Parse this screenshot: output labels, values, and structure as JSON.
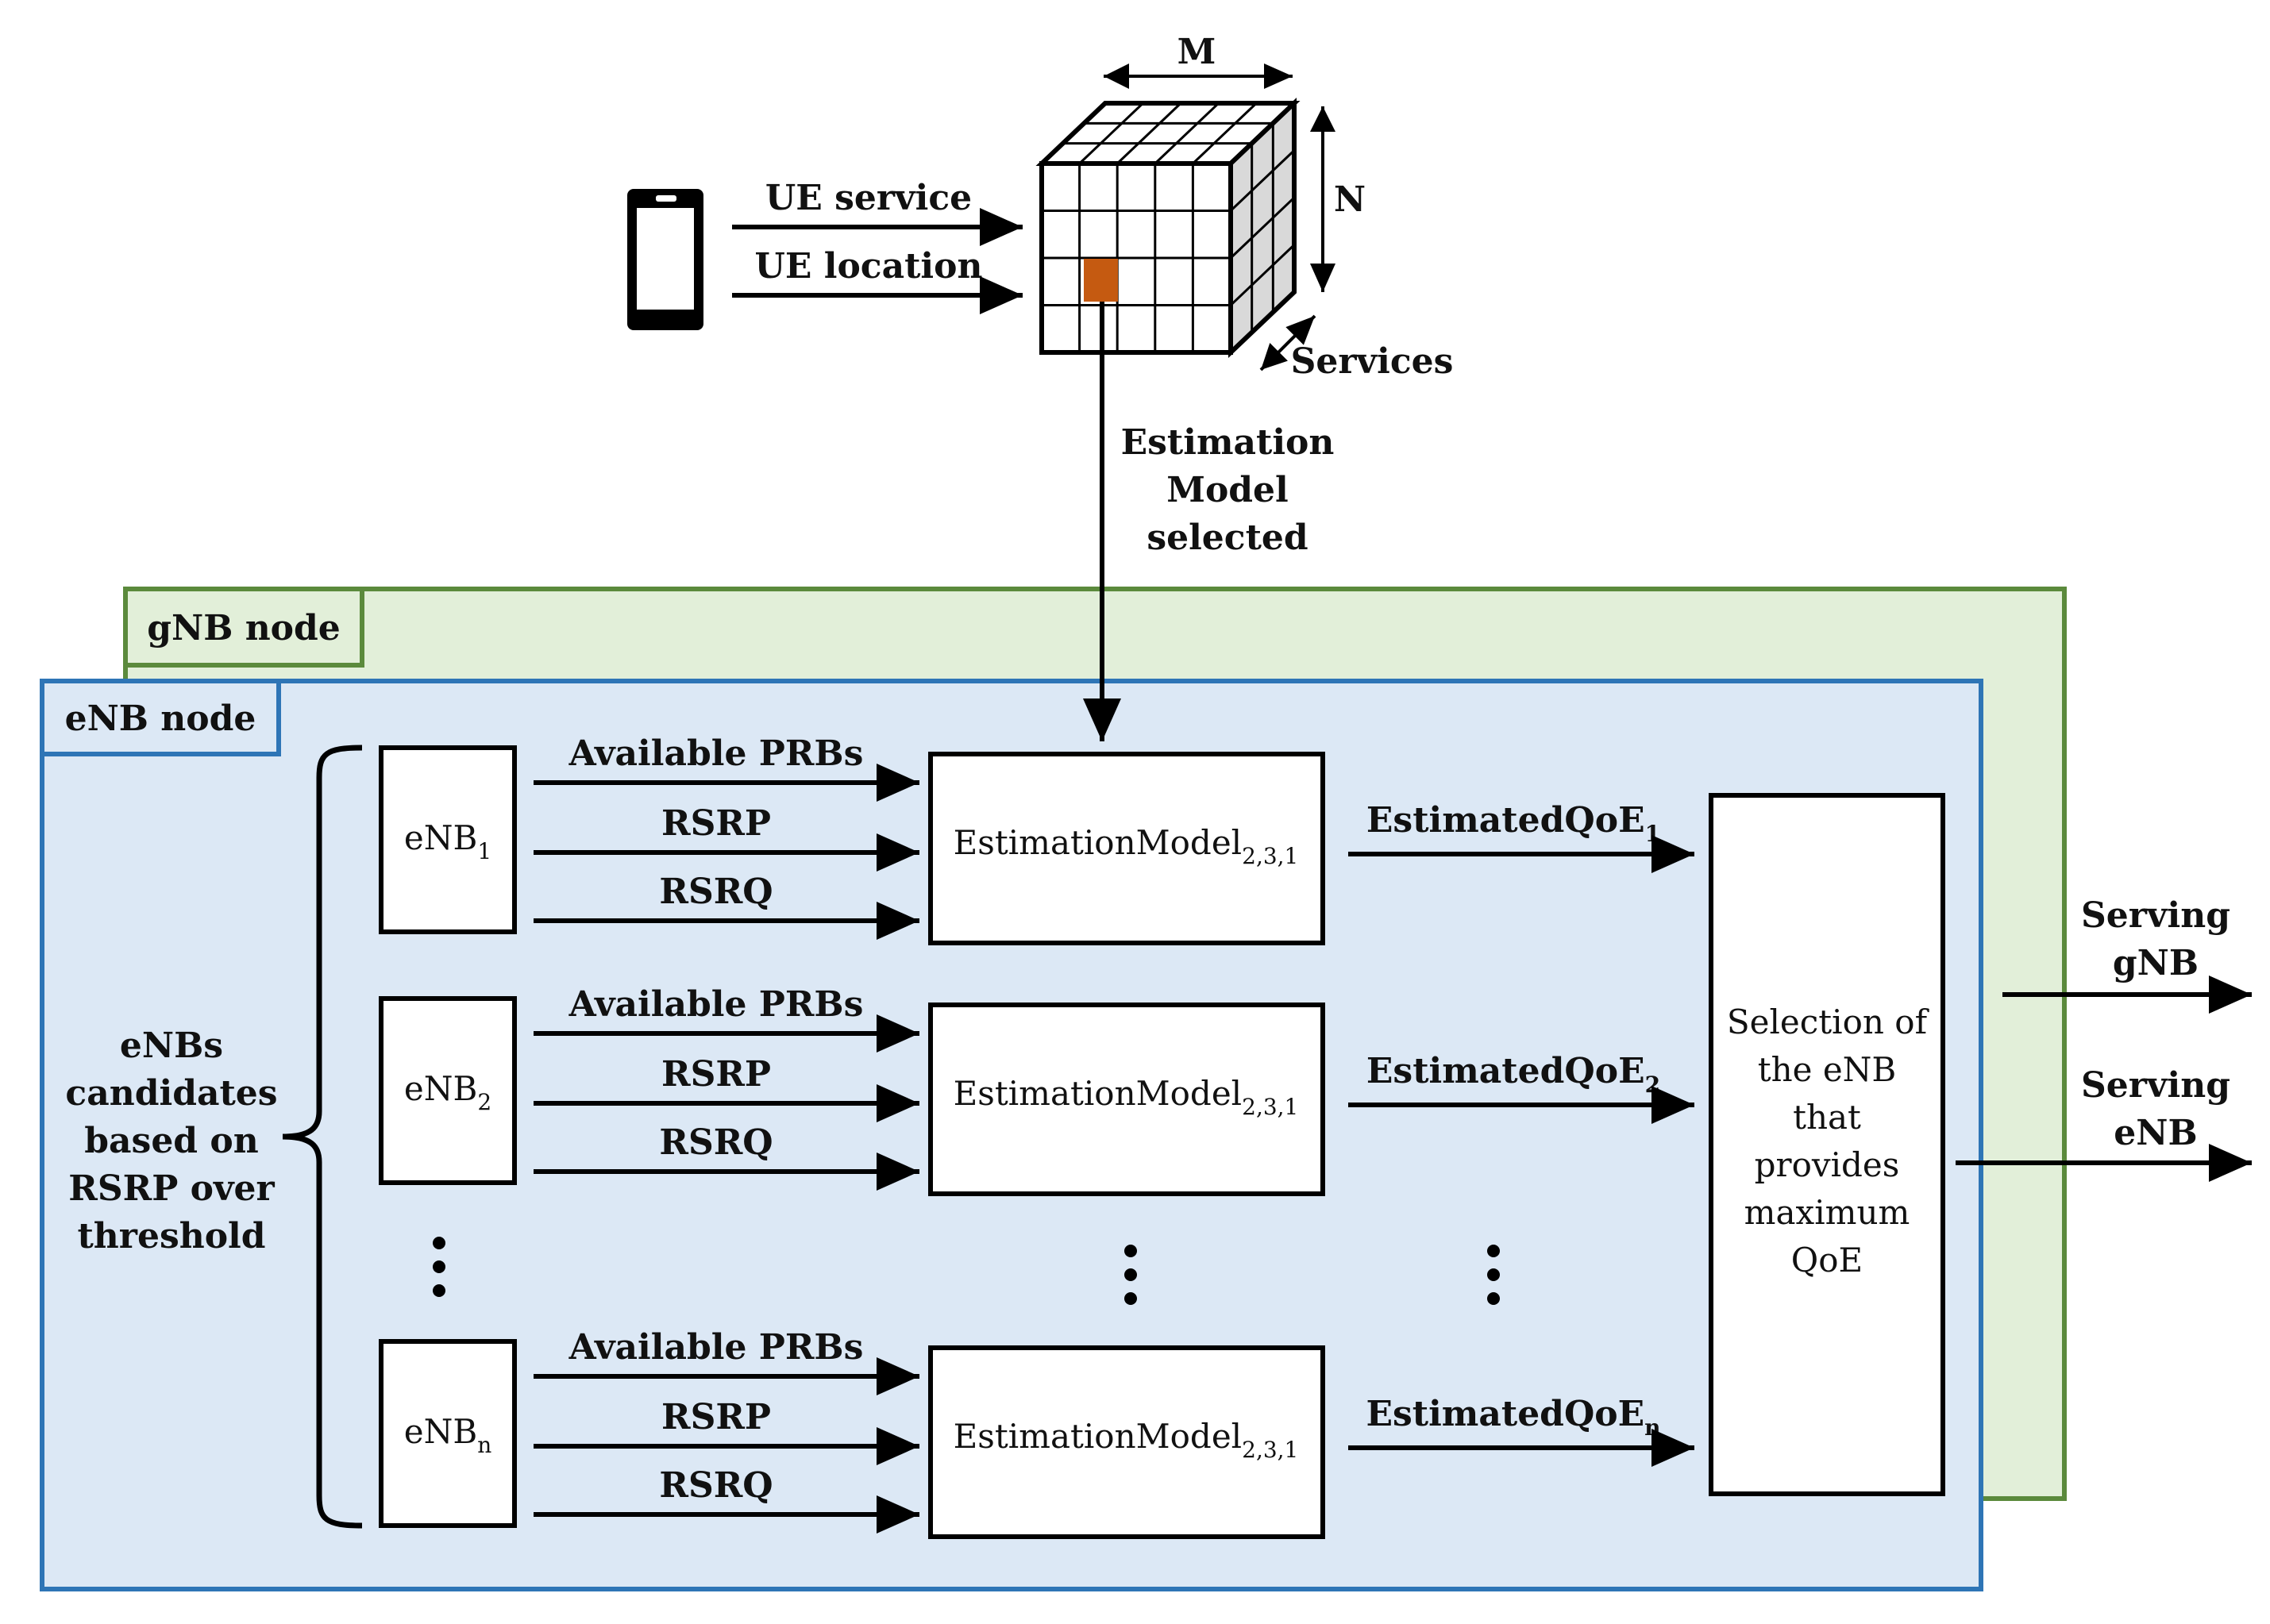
{
  "cube": {
    "dim_m": "M",
    "dim_n": "N",
    "dim_services": "Services",
    "selected_cell_color": "#C55A11"
  },
  "ue_inputs": [
    "UE service",
    "UE location"
  ],
  "selection_label": [
    "Estimation",
    "Model",
    "selected"
  ],
  "gnb_node": {
    "label": "gNB node",
    "border_color": "#5B8A3C",
    "fill_color": "#E2EFD9"
  },
  "enb_node": {
    "label": "eNB node",
    "border_color": "#2E75B6",
    "fill_color": "#DCE8F5"
  },
  "candidates_label": [
    "eNBs",
    "candidates",
    "based on",
    "RSRP over",
    "threshold"
  ],
  "rows": [
    {
      "enb_base": "eNB",
      "enb_sub": "1",
      "inputs": [
        "Available PRBs",
        "RSRP",
        "RSRQ"
      ],
      "model_base": "EstimationModel",
      "model_sub": "2,3,1",
      "qoe_base": "EstimatedQoE",
      "qoe_sub": "1"
    },
    {
      "enb_base": "eNB",
      "enb_sub": "2",
      "inputs": [
        "Available PRBs",
        "RSRP",
        "RSRQ"
      ],
      "model_base": "EstimationModel",
      "model_sub": "2,3,1",
      "qoe_base": "EstimatedQoE",
      "qoe_sub": "2"
    },
    {
      "enb_base": "eNB",
      "enb_sub": "n",
      "inputs": [
        "Available PRBs",
        "RSRP",
        "RSRQ"
      ],
      "model_base": "EstimationModel",
      "model_sub": "2,3,1",
      "qoe_base": "EstimatedQoE",
      "qoe_sub": "n"
    }
  ],
  "selection_box": [
    "Selection of",
    "the eNB",
    "that",
    "provides",
    "maximum",
    "QoE"
  ],
  "outputs": [
    {
      "line1": "Serving",
      "line2": "gNB"
    },
    {
      "line1": "Serving",
      "line2": "eNB"
    }
  ]
}
